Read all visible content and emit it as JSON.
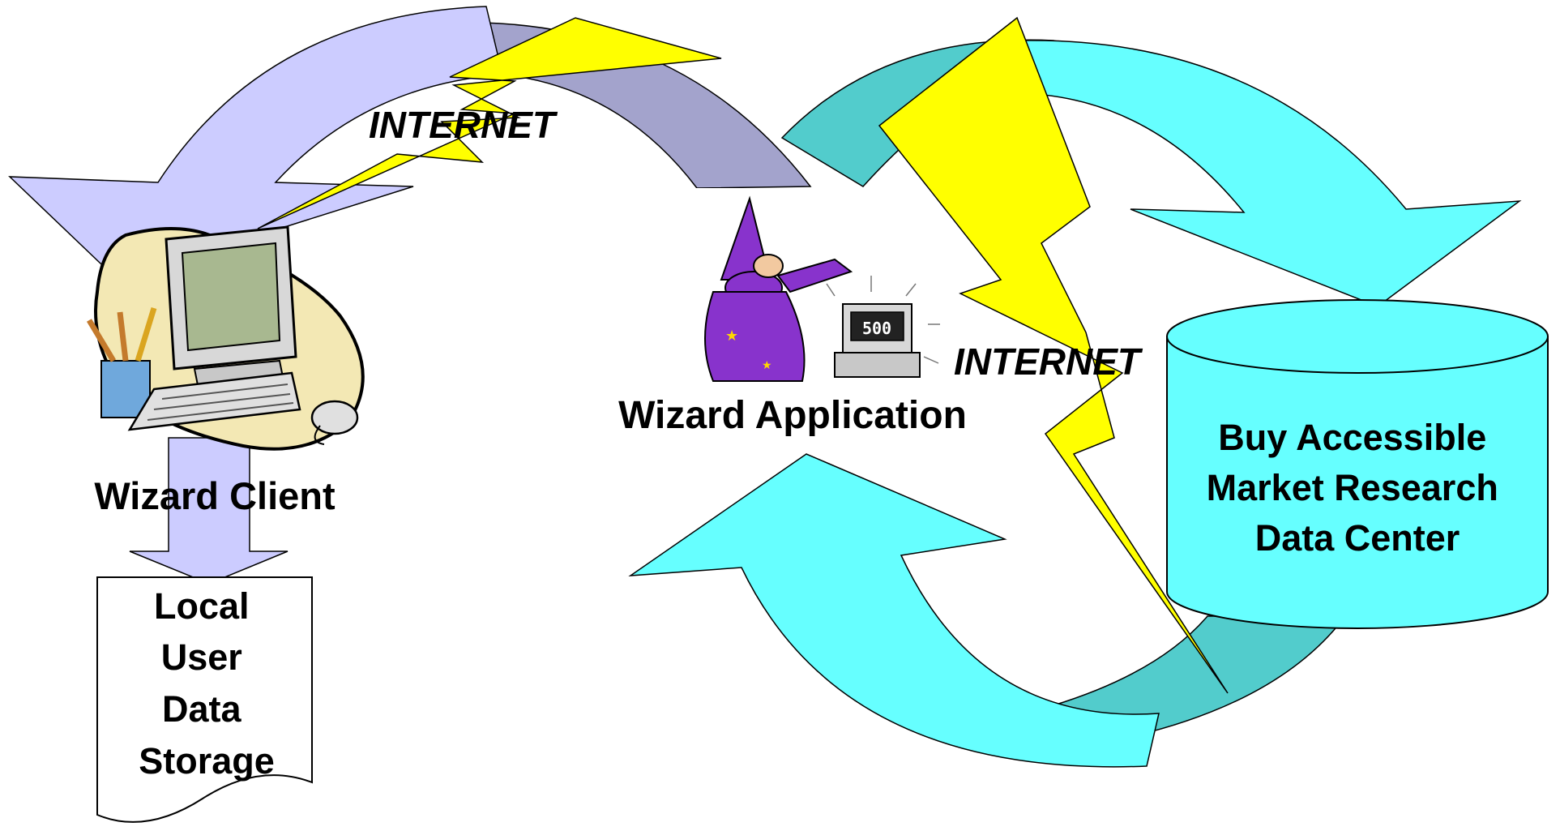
{
  "labels": {
    "internet_left": "INTERNET",
    "internet_right": "INTERNET",
    "wizard_application": "Wizard Application",
    "wizard_client": "Wizard Client",
    "local_storage": [
      "Local",
      "User",
      "Data",
      "Storage"
    ],
    "data_center": [
      "Buy Accessible",
      "Market Research",
      "Data Center"
    ]
  },
  "odometer_digits": "500",
  "colors": {
    "left_arrow_light": "#CCCCFF",
    "left_arrow_dark": "#A3A3CC",
    "right_arrow_light": "#66FFFF",
    "right_arrow_dark": "#52CCCC",
    "cylinder": "#66FFFF",
    "lightning": "#FFFF00",
    "client_blob": "#F3E8B4",
    "monitor_screen": "#A8B890",
    "wizard_robe": "#8833CC",
    "outline": "#000000"
  },
  "icons": {
    "client": "computer-workstation-icon",
    "application": "wizard-with-computer-icon",
    "bolt": "lightning-bolt-icon"
  }
}
